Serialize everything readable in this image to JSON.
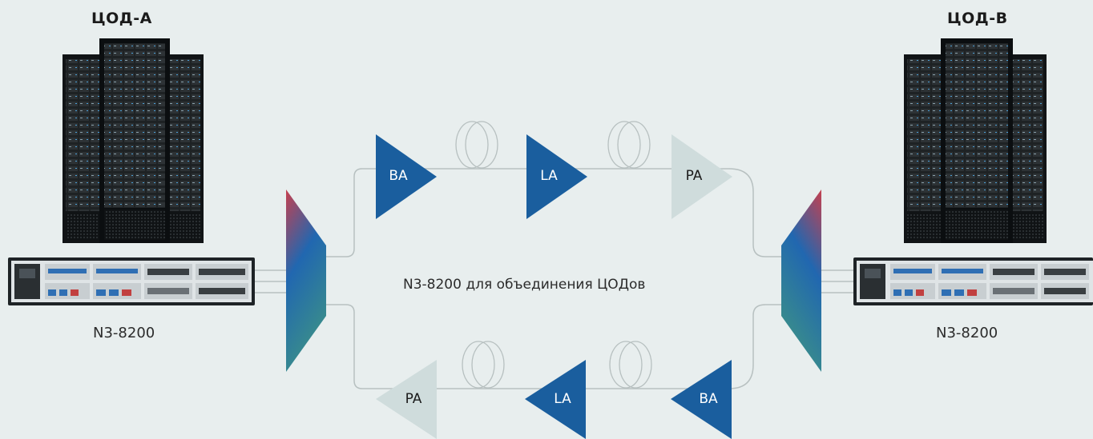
{
  "datacenters": [
    {
      "name": "ЦОД-A",
      "device": "N3-8200"
    },
    {
      "name": "ЦОД-B",
      "device": "N3-8200"
    }
  ],
  "center_label": "N3-8200 для объединения ЦОДов",
  "top_amplifiers": [
    {
      "label": "BA",
      "type": "booster"
    },
    {
      "label": "LA",
      "type": "line"
    },
    {
      "label": "PA",
      "type": "pre"
    }
  ],
  "bottom_amplifiers": [
    {
      "label": "PA",
      "type": "pre"
    },
    {
      "label": "LA",
      "type": "line"
    },
    {
      "label": "BA",
      "type": "booster"
    }
  ],
  "colors": {
    "background": "#e8eeee",
    "amplifier_active": "#1a5e9e",
    "amplifier_passive": "#cfdcdc",
    "fiber": "#b7c0c0",
    "mux_top": "#c5404f",
    "mux_mid": "#2167b0",
    "mux_bottom": "#3a8e8a"
  }
}
